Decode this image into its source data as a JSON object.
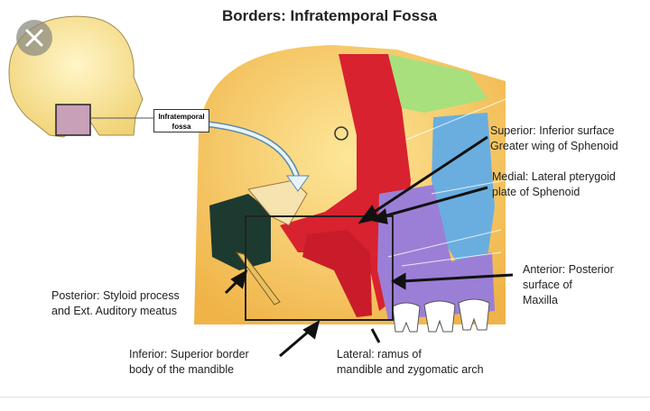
{
  "title": "Borders:  Infratemporal Fossa",
  "inset_label": [
    "Infratemporal",
    "fossa"
  ],
  "labels": {
    "superior": [
      "Superior: Inferior surface",
      "Greater wing of Sphenoid"
    ],
    "medial": [
      "Medial:  Lateral pterygoid",
      "plate of Sphenoid"
    ],
    "anterior": [
      "Anterior: Posterior",
      "surface of",
      "Maxilla"
    ],
    "posterior": [
      "Posterior:  Styloid process",
      "and Ext. Auditory meatus"
    ],
    "inferior": [
      "Inferior: Superior border",
      "body of the mandible"
    ],
    "lateral": [
      "Lateral: ramus of",
      "mandible and zygomatic arch"
    ]
  },
  "close_icon": "close-icon",
  "colors": {
    "skull": "#f3c25a",
    "red": "#d8222f",
    "green": "#a7e07c",
    "blue": "#6aaee0",
    "purple": "#9b7fd6",
    "dark": "#1d3a30"
  }
}
